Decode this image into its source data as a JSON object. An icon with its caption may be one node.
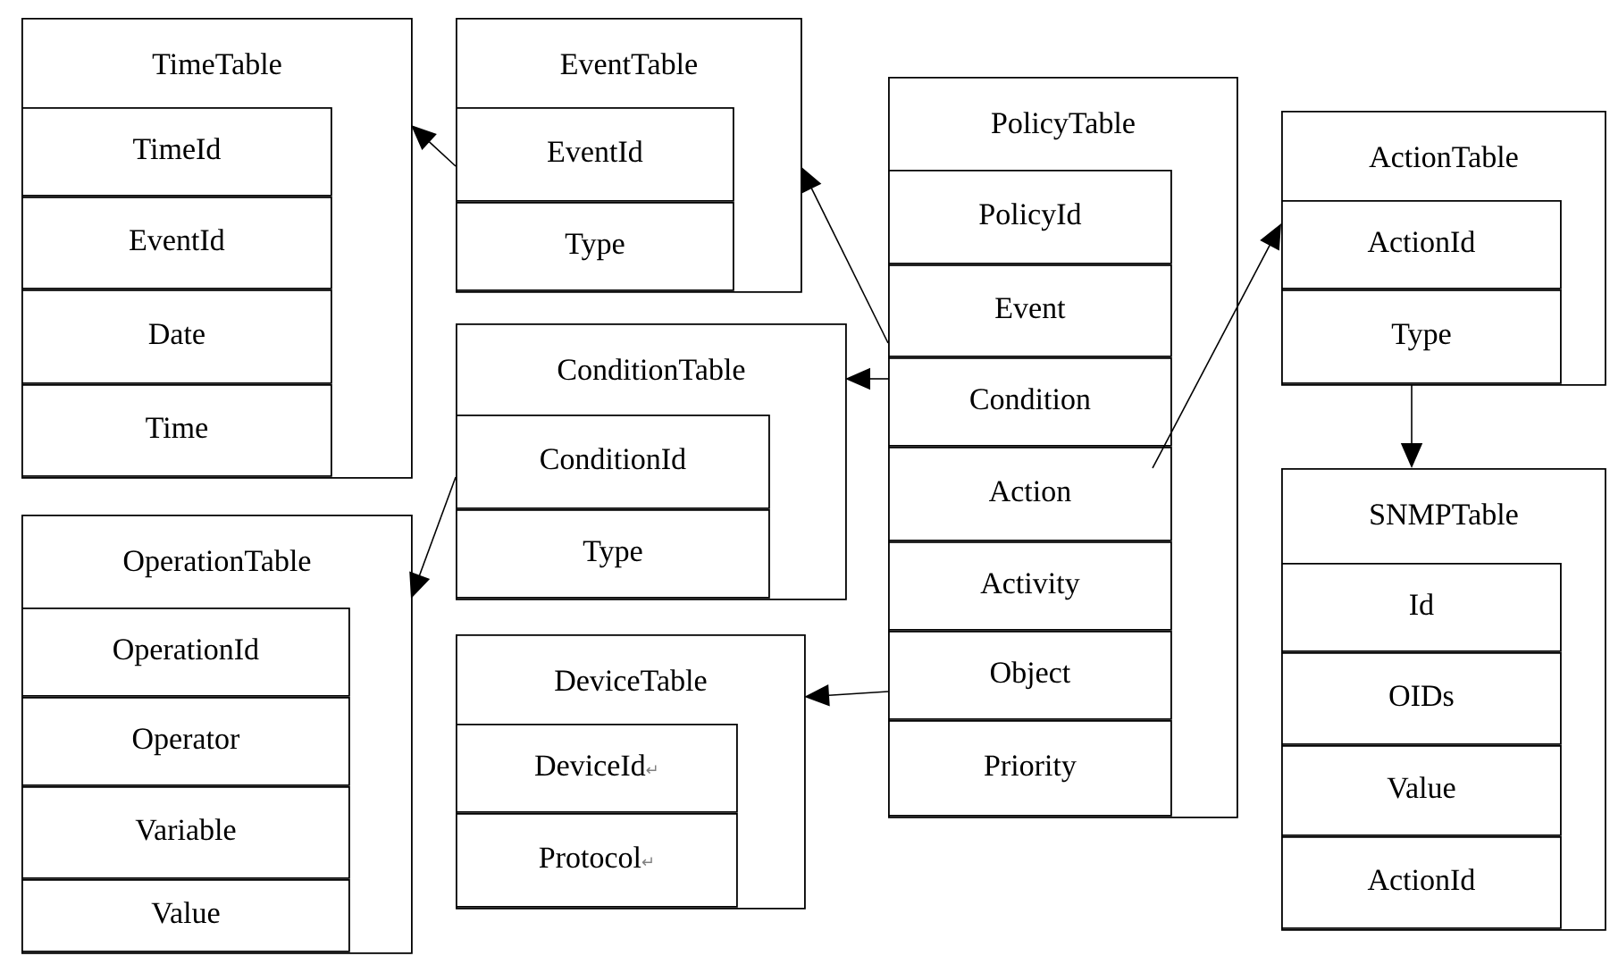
{
  "diagram": {
    "nodes": [
      {
        "text": [
          "TimeTable"
        ]
      },
      {
        "text": [
          "TimeId"
        ],
        "in": 0
      },
      {
        "text": [
          "EventId"
        ],
        "in": 0
      },
      {
        "text": [
          "Date"
        ],
        "in": 0
      },
      {
        "text": [
          "Time"
        ],
        "in": 0
      },
      {
        "text": [
          "EventTable"
        ]
      },
      {
        "text": [
          "EventId"
        ],
        "in": 5
      },
      {
        "text": [
          "Type"
        ],
        "in": 5
      },
      {
        "text": [
          "PolicyTable"
        ]
      },
      {
        "text": [
          "PolicyId"
        ],
        "in": 8
      },
      {
        "text": [
          "Event"
        ],
        "in": 8
      },
      {
        "text": [
          "Condition"
        ],
        "in": 8
      },
      {
        "text": [
          "Action"
        ],
        "in": 8
      },
      {
        "text": [
          "Activity"
        ],
        "in": 8
      },
      {
        "text": [
          "Object"
        ],
        "in": 8
      },
      {
        "text": [
          "Priority"
        ],
        "in": 8
      },
      {
        "text": [
          "ActionTable"
        ]
      },
      {
        "text": [
          "ActionId"
        ],
        "in": 16
      },
      {
        "text": [
          "Type"
        ],
        "in": 16
      },
      {
        "text": [
          "ConditionTable"
        ]
      },
      {
        "text": [
          "ConditionId"
        ],
        "in": 19
      },
      {
        "text": [
          "Type"
        ],
        "in": 19
      },
      {
        "text": [
          "SNMPTable"
        ]
      },
      {
        "text": [
          "Id"
        ],
        "in": 22
      },
      {
        "text": [
          "OIDs"
        ],
        "in": 22
      },
      {
        "text": [
          "Value"
        ],
        "in": 22
      },
      {
        "text": [
          "ActionId"
        ],
        "in": 22
      },
      {
        "text": [
          "OperationTable"
        ]
      },
      {
        "text": [
          "OperationId"
        ],
        "in": 27
      },
      {
        "text": [
          "Operator"
        ],
        "in": 27
      },
      {
        "text": [
          "Variable"
        ],
        "in": 27
      },
      {
        "text": [
          "Value"
        ],
        "in": 27
      },
      {
        "text": [
          "DeviceTable"
        ]
      },
      {
        "text": [
          "DeviceId↵"
        ],
        "in": 32
      },
      {
        "text": [
          "Protocol↵"
        ],
        "in": 32
      }
    ],
    "edges": [
      {
        "from": 6,
        "to": 0,
        "arrow": "to"
      },
      {
        "from": 10,
        "to": 5,
        "arrow": "to"
      },
      {
        "from": 11,
        "to": 19,
        "arrow": "to"
      },
      {
        "from": 12,
        "to": 16,
        "arrow": "to"
      },
      {
        "from": 18,
        "to": 22,
        "arrow": "to"
      },
      {
        "from": 20,
        "to": 27,
        "arrow": "to"
      },
      {
        "from": 14,
        "to": 32,
        "arrow": "to"
      }
    ]
  }
}
